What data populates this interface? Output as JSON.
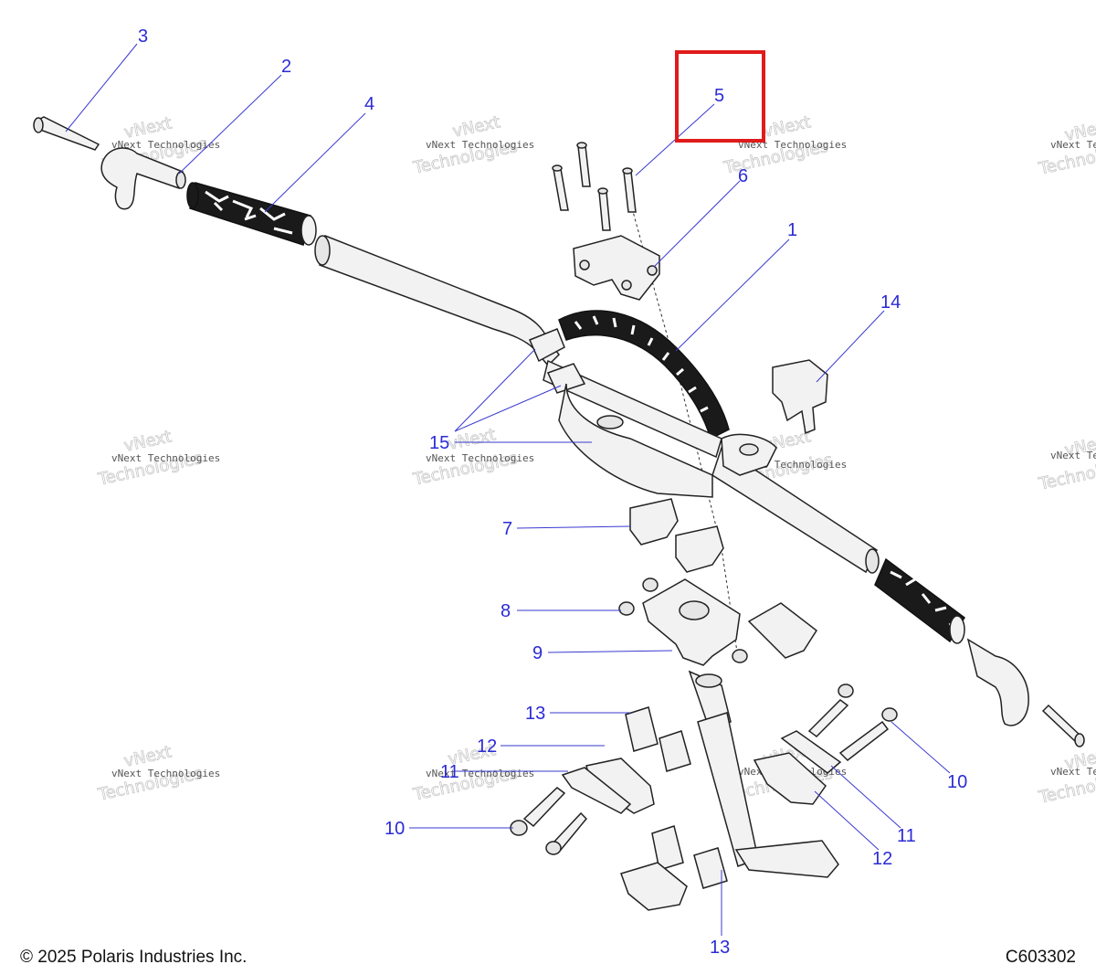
{
  "callouts": {
    "c1": "1",
    "c2": "2",
    "c3": "3",
    "c4": "4",
    "c5": "5",
    "c6": "6",
    "c7": "7",
    "c8": "8",
    "c9": "9",
    "c10a": "10",
    "c10b": "10",
    "c11a": "11",
    "c11b": "11",
    "c12a": "12",
    "c12b": "12",
    "c13a": "13",
    "c13b": "13",
    "c14": "14",
    "c15": "15"
  },
  "watermark": {
    "line1": "vNext Technologies",
    "big1": "vNext",
    "big2": "Technologies"
  },
  "footer": {
    "copyright": "© 2025 Polaris Industries Inc.",
    "figure_code": "C603302"
  },
  "highlight": {
    "color": "#e01b1b",
    "target": "5"
  },
  "colors": {
    "callout": "#2b2bd6",
    "line": "#222222"
  }
}
